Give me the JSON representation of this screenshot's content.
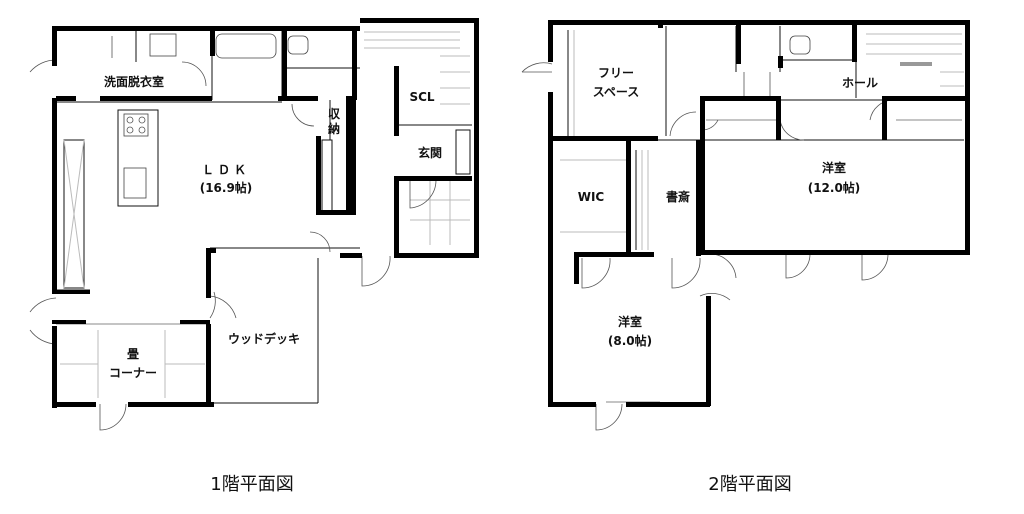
{
  "floor1": {
    "caption": "1階平面図",
    "rooms": {
      "washroom": "洗面脱衣室",
      "ldk_name": "ＬＤＫ",
      "ldk_size": "(16.9帖)",
      "storage_line1": "収",
      "storage_line2": "納",
      "scl": "SCL",
      "entrance": "玄関",
      "tatami_line1": "畳",
      "tatami_line2": "コーナー",
      "deck": "ウッドデッキ"
    }
  },
  "floor2": {
    "caption": "2階平面図",
    "rooms": {
      "free_line1": "フリー",
      "free_line2": "スペース",
      "hall": "ホール",
      "wic": "WIC",
      "study": "書斎",
      "western_large_name": "洋室",
      "western_large_size": "(12.0帖)",
      "western_small_name": "洋室",
      "western_small_size": "(8.0帖)"
    }
  },
  "colors": {
    "wall": "#000000",
    "line": "#111111",
    "background": "#ffffff"
  }
}
